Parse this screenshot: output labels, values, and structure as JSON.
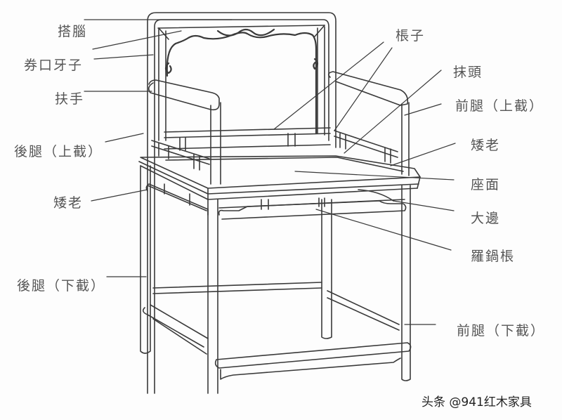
{
  "diagram": {
    "subject": "Chinese armchair structural parts",
    "line_color": "#3a3a3a",
    "label_color": "#555555",
    "labels": {
      "dayao": "搭腦",
      "quankou_yazi": "券口牙子",
      "fushou": "扶手",
      "houtui_shang": "後腿（上截）",
      "ailao_left": "矮老",
      "houtui_xia": "後腿（下截）",
      "zhangzi": "棖子",
      "motou": "抹頭",
      "qiantui_shang": "前腿（上截）",
      "ailao_right": "矮老",
      "zuomian": "座面",
      "dabian": "大邊",
      "luoguozhang": "羅鍋棖",
      "qiantui_xia": "前腿（下截）"
    }
  },
  "watermark": "头条 @941红木家具"
}
